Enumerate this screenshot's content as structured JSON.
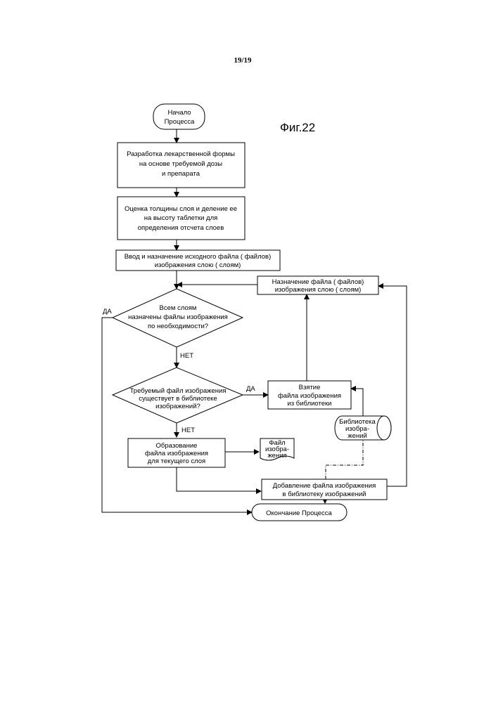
{
  "page_number": "19/19",
  "figure_label": "Фиг.22",
  "nodes": {
    "start": [
      "Начало",
      "Процесса"
    ],
    "formulation": [
      "Разработка лекарственной формы",
      "на основе требуемой дозы",
      "и препарата"
    ],
    "layer_estimate": [
      "Оценка толщины слоя и деление ее",
      "на высоту таблетки для",
      "определения отсчета слоев"
    ],
    "input_assign": [
      "Ввод и назначение исходного файла  ( файлов)",
      "изображения слою  ( слоям)"
    ],
    "assign_file": [
      "Назначение файла  ( файлов)",
      "изображения слою  ( слоям)"
    ],
    "decision_all": [
      "Всем слоям",
      "назначены файлы изображения",
      "по необходимости?"
    ],
    "decision_exists": [
      "Требуемый файл изображения",
      "существует в библиотеке",
      "изображений?"
    ],
    "fetch": [
      "Взятие",
      "файла изображения",
      "из библиотеки"
    ],
    "library": [
      "Библиотека",
      "изобра-",
      "жений"
    ],
    "create": [
      "Образование",
      "файла изображения",
      "для текущего слоя"
    ],
    "image_file": [
      "Файл",
      "изобра-",
      "жения"
    ],
    "add_library": [
      "Добавление файла изображения",
      "в библиотеку изображений"
    ],
    "end": [
      "Окончание Процесса"
    ]
  },
  "edge_labels": {
    "yes_all": "ДА",
    "no_all": "НЕТ",
    "yes_exists": "ДА",
    "no_exists": "НЕТ"
  }
}
